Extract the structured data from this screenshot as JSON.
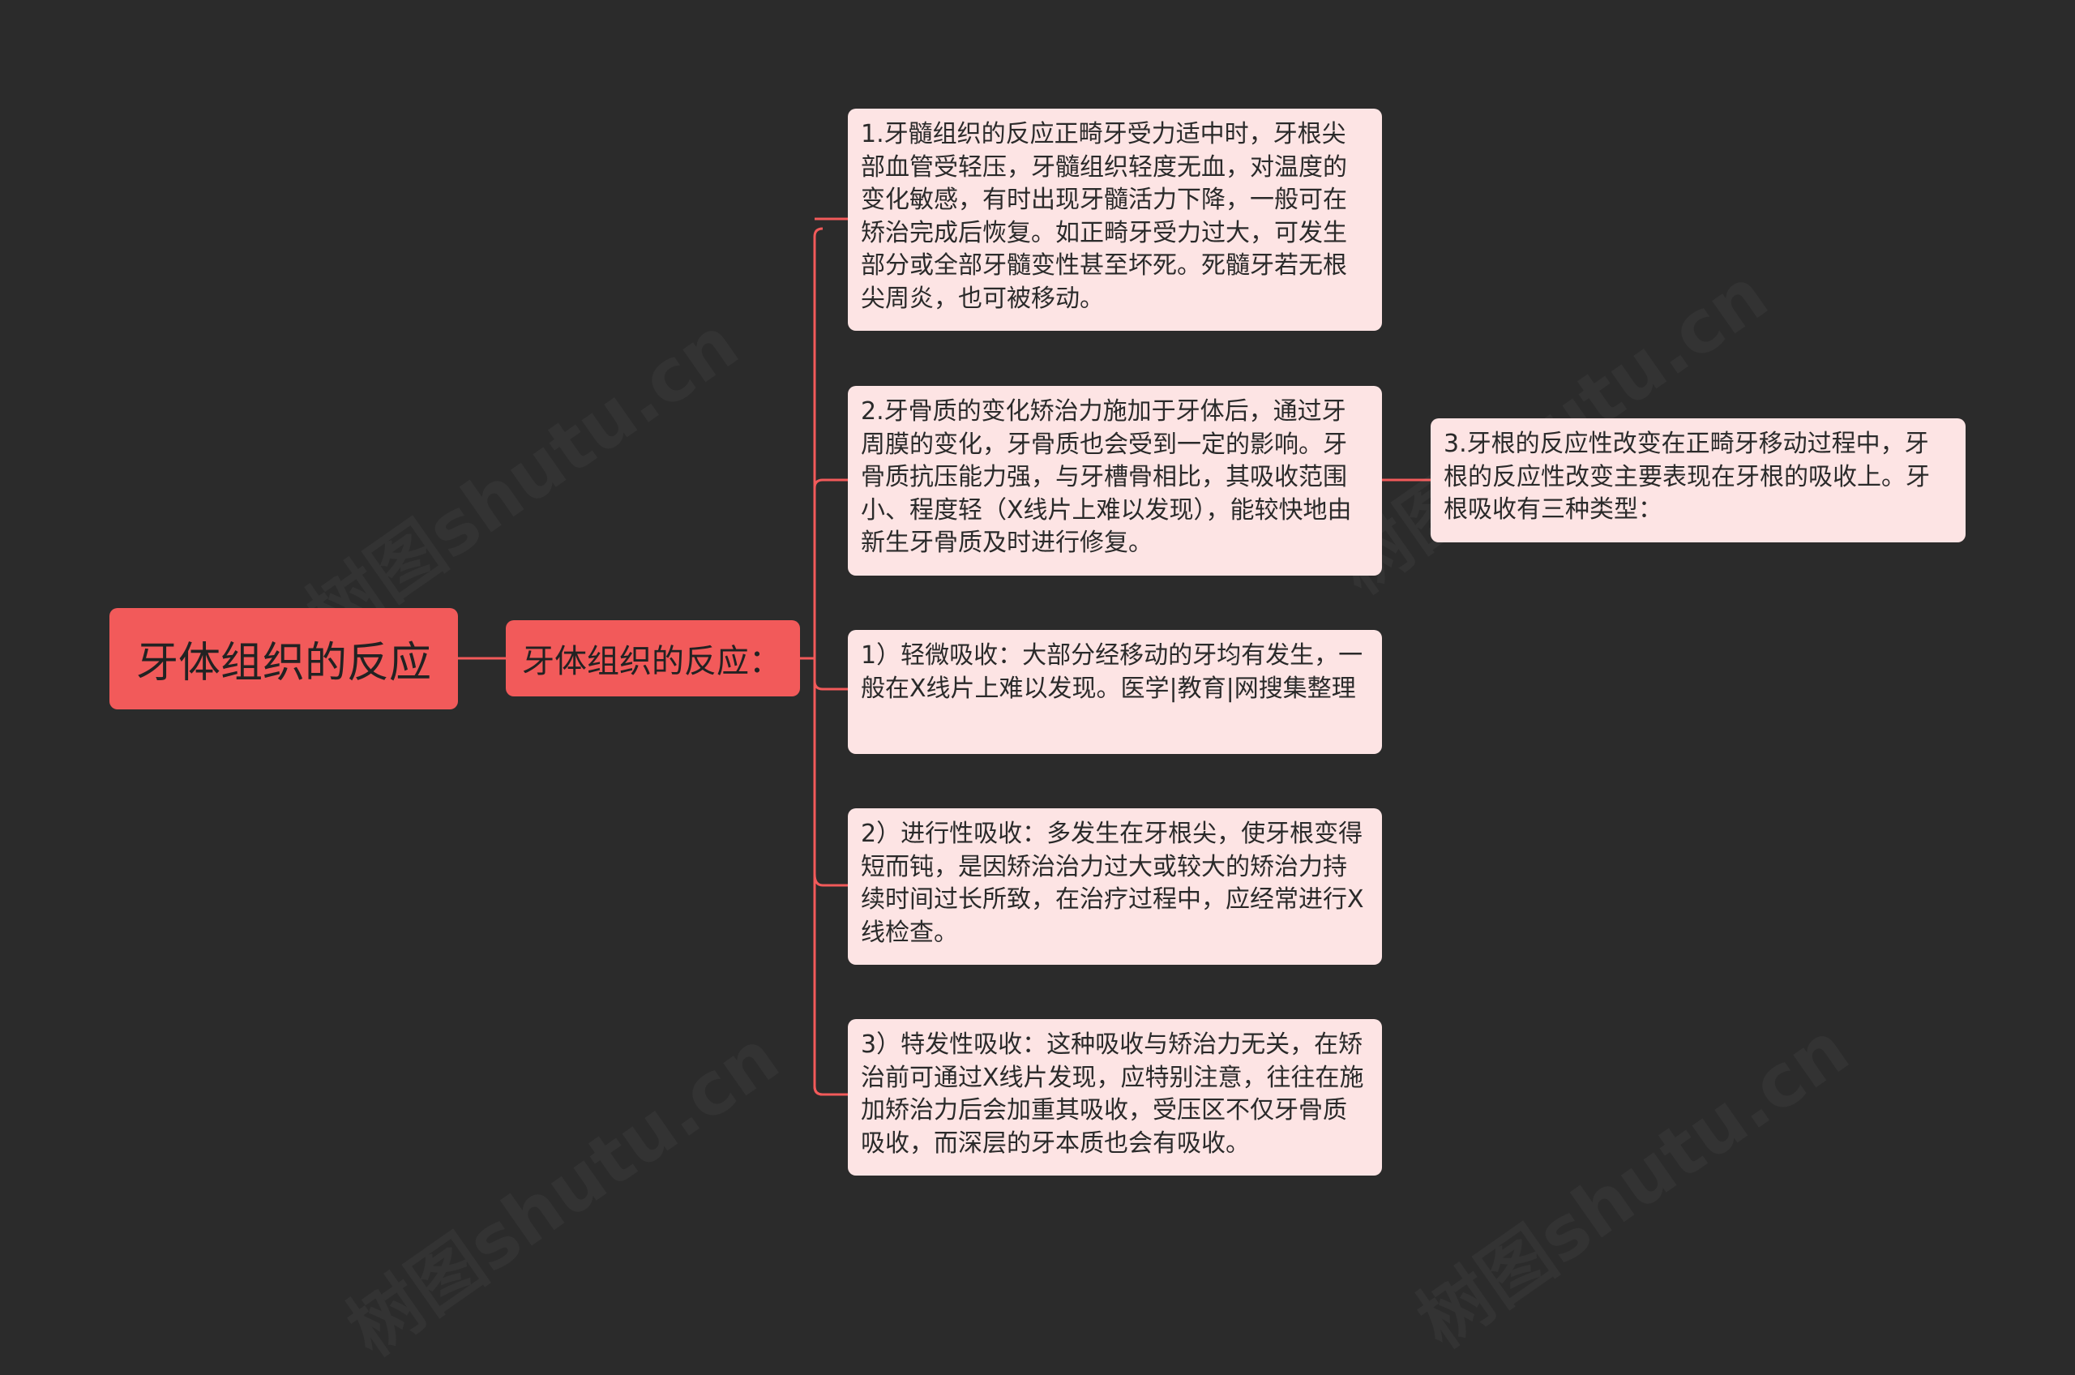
{
  "root": {
    "label": "牙体组织的反应"
  },
  "branch": {
    "label": "牙体组织的反应："
  },
  "children": [
    {
      "text": "1.牙髓组织的反应正畸牙受力适中时，牙根尖部血管受轻压，牙髓组织轻度无血，对温度的变化敏感，有时出现牙髓活力下降，一般可在矫治完成后恢复。如正畸牙受力过大，可发生部分或全部牙髓变性甚至坏死。死髓牙若无根尖周炎，也可被移动。"
    },
    {
      "text": "2.牙骨质的变化矫治力施加于牙体后，通过牙周膜的变化，牙骨质也会受到一定的影响。牙骨质抗压能力强，与牙槽骨相比，其吸收范围小、程度轻（X线片上难以发现），能较快地由新生牙骨质及时进行修复。",
      "child": {
        "text": "3.牙根的反应性改变在正畸牙移动过程中，牙根的反应性改变主要表现在牙根的吸收上。牙根吸收有三种类型："
      }
    },
    {
      "text": "1）轻微吸收：大部分经移动的牙均有发生，一般在X线片上难以发现。医学|教育|网搜集整理"
    },
    {
      "text": "2）进行性吸收：多发生在牙根尖，使牙根变得短而钝，是因矫治治力过大或较大的矫治力持续时间过长所致，在治疗过程中，应经常进行X线检查。"
    },
    {
      "text": "3）特发性吸收：这种吸收与矫治力无关，在矫治前可通过X线片发现，应特别注意，往往在施加矫治力后会加重其吸收，受压区不仅牙骨质吸收，而深层的牙本质也会有吸收。"
    }
  ],
  "watermark": {
    "text": "树图shutu.cn"
  },
  "colors": {
    "background": "#2b2b2b",
    "root_fill": "#f25a5a",
    "leaf_fill": "#fde4e4",
    "connector": "#f25a5a"
  }
}
